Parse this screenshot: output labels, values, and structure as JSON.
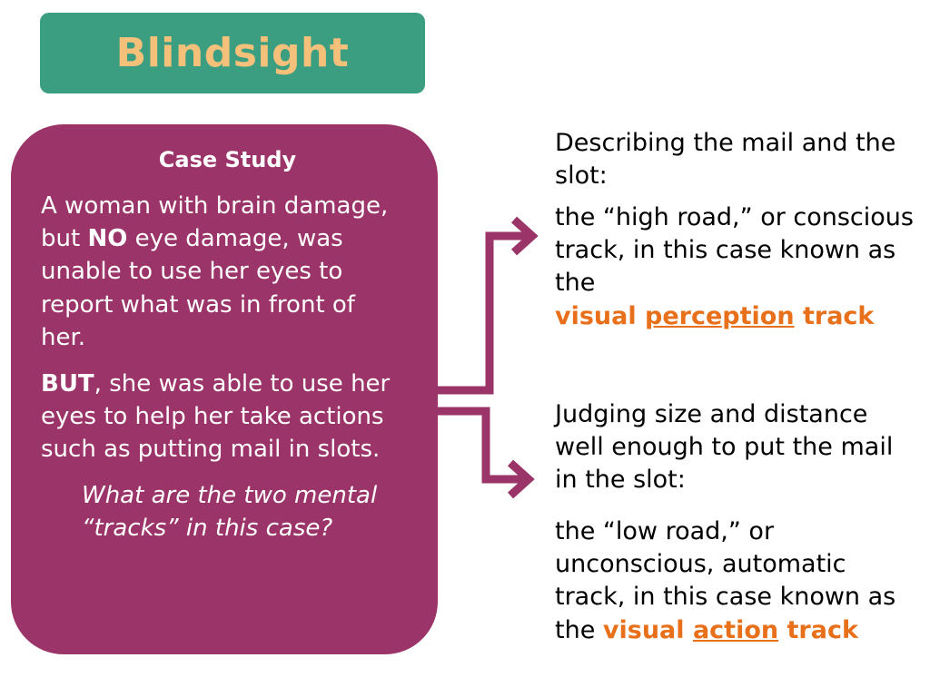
{
  "title": "Blindsight",
  "case_study": {
    "heading": "Case Study",
    "para1_a": "A woman with brain damage, but ",
    "para1_bold": "NO",
    "para1_b": " eye damage, was unable to use her eyes to report what was in front of her.",
    "para2_bold": "BUT",
    "para2_rest": ", she was able to use her eyes to help her take actions such as putting mail in slots.",
    "question": "What are the two mental “tracks” in this case?"
  },
  "high_road": {
    "intro": "Describing the mail and the slot:",
    "desc": "the “high road,” or conscious track, in this case known as the",
    "term_word1": "visual",
    "term_word2": "perception",
    "term_word3": "track"
  },
  "low_road": {
    "intro": "Judging size and distance well enough to put the mail in the slot:",
    "desc": " the “low road,” or unconscious, automatic track, in this case known as the",
    "term_word1": "visual",
    "term_word2": "action",
    "term_word3": "track"
  },
  "colors": {
    "title_bg": "#3c9e80",
    "title_text": "#f5c07a",
    "case_bg": "#9b3468",
    "arrow": "#9b3468",
    "highlight": "#e8701a"
  }
}
